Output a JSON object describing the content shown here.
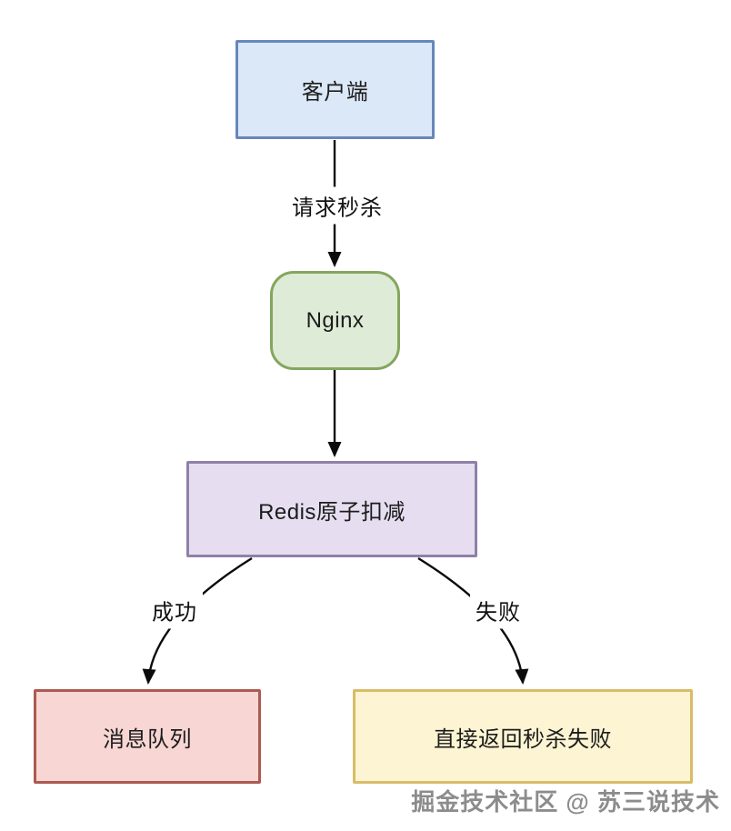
{
  "diagram": {
    "title": "seckill-flow",
    "background": "#ffffff",
    "connector_color": "#0b0b0b",
    "nodes": {
      "client": {
        "label": "客户端",
        "shape": "rect",
        "fill": "#dbe8f8",
        "border": "#6688bb"
      },
      "nginx": {
        "label": "Nginx",
        "shape": "rounded",
        "fill": "#deebd6",
        "border": "#84a65e"
      },
      "redis": {
        "label": "Redis原子扣减",
        "shape": "rect",
        "fill": "#e6def0",
        "border": "#9080a8"
      },
      "mq": {
        "label": "消息队列",
        "shape": "rect",
        "fill": "#f8d6d3",
        "border": "#ac5a52"
      },
      "fail": {
        "label": "直接返回秒杀失败",
        "shape": "rect",
        "fill": "#fdf4d3",
        "border": "#d8bc68"
      }
    },
    "edges": [
      {
        "from": "client",
        "to": "nginx",
        "label": "请求秒杀"
      },
      {
        "from": "nginx",
        "to": "redis",
        "label": ""
      },
      {
        "from": "redis",
        "to": "mq",
        "label": "成功"
      },
      {
        "from": "redis",
        "to": "fail",
        "label": "失败"
      }
    ],
    "watermark": {
      "text": "掘金技术社区 @ 苏三说技术",
      "color": "#8c8c8c"
    }
  }
}
